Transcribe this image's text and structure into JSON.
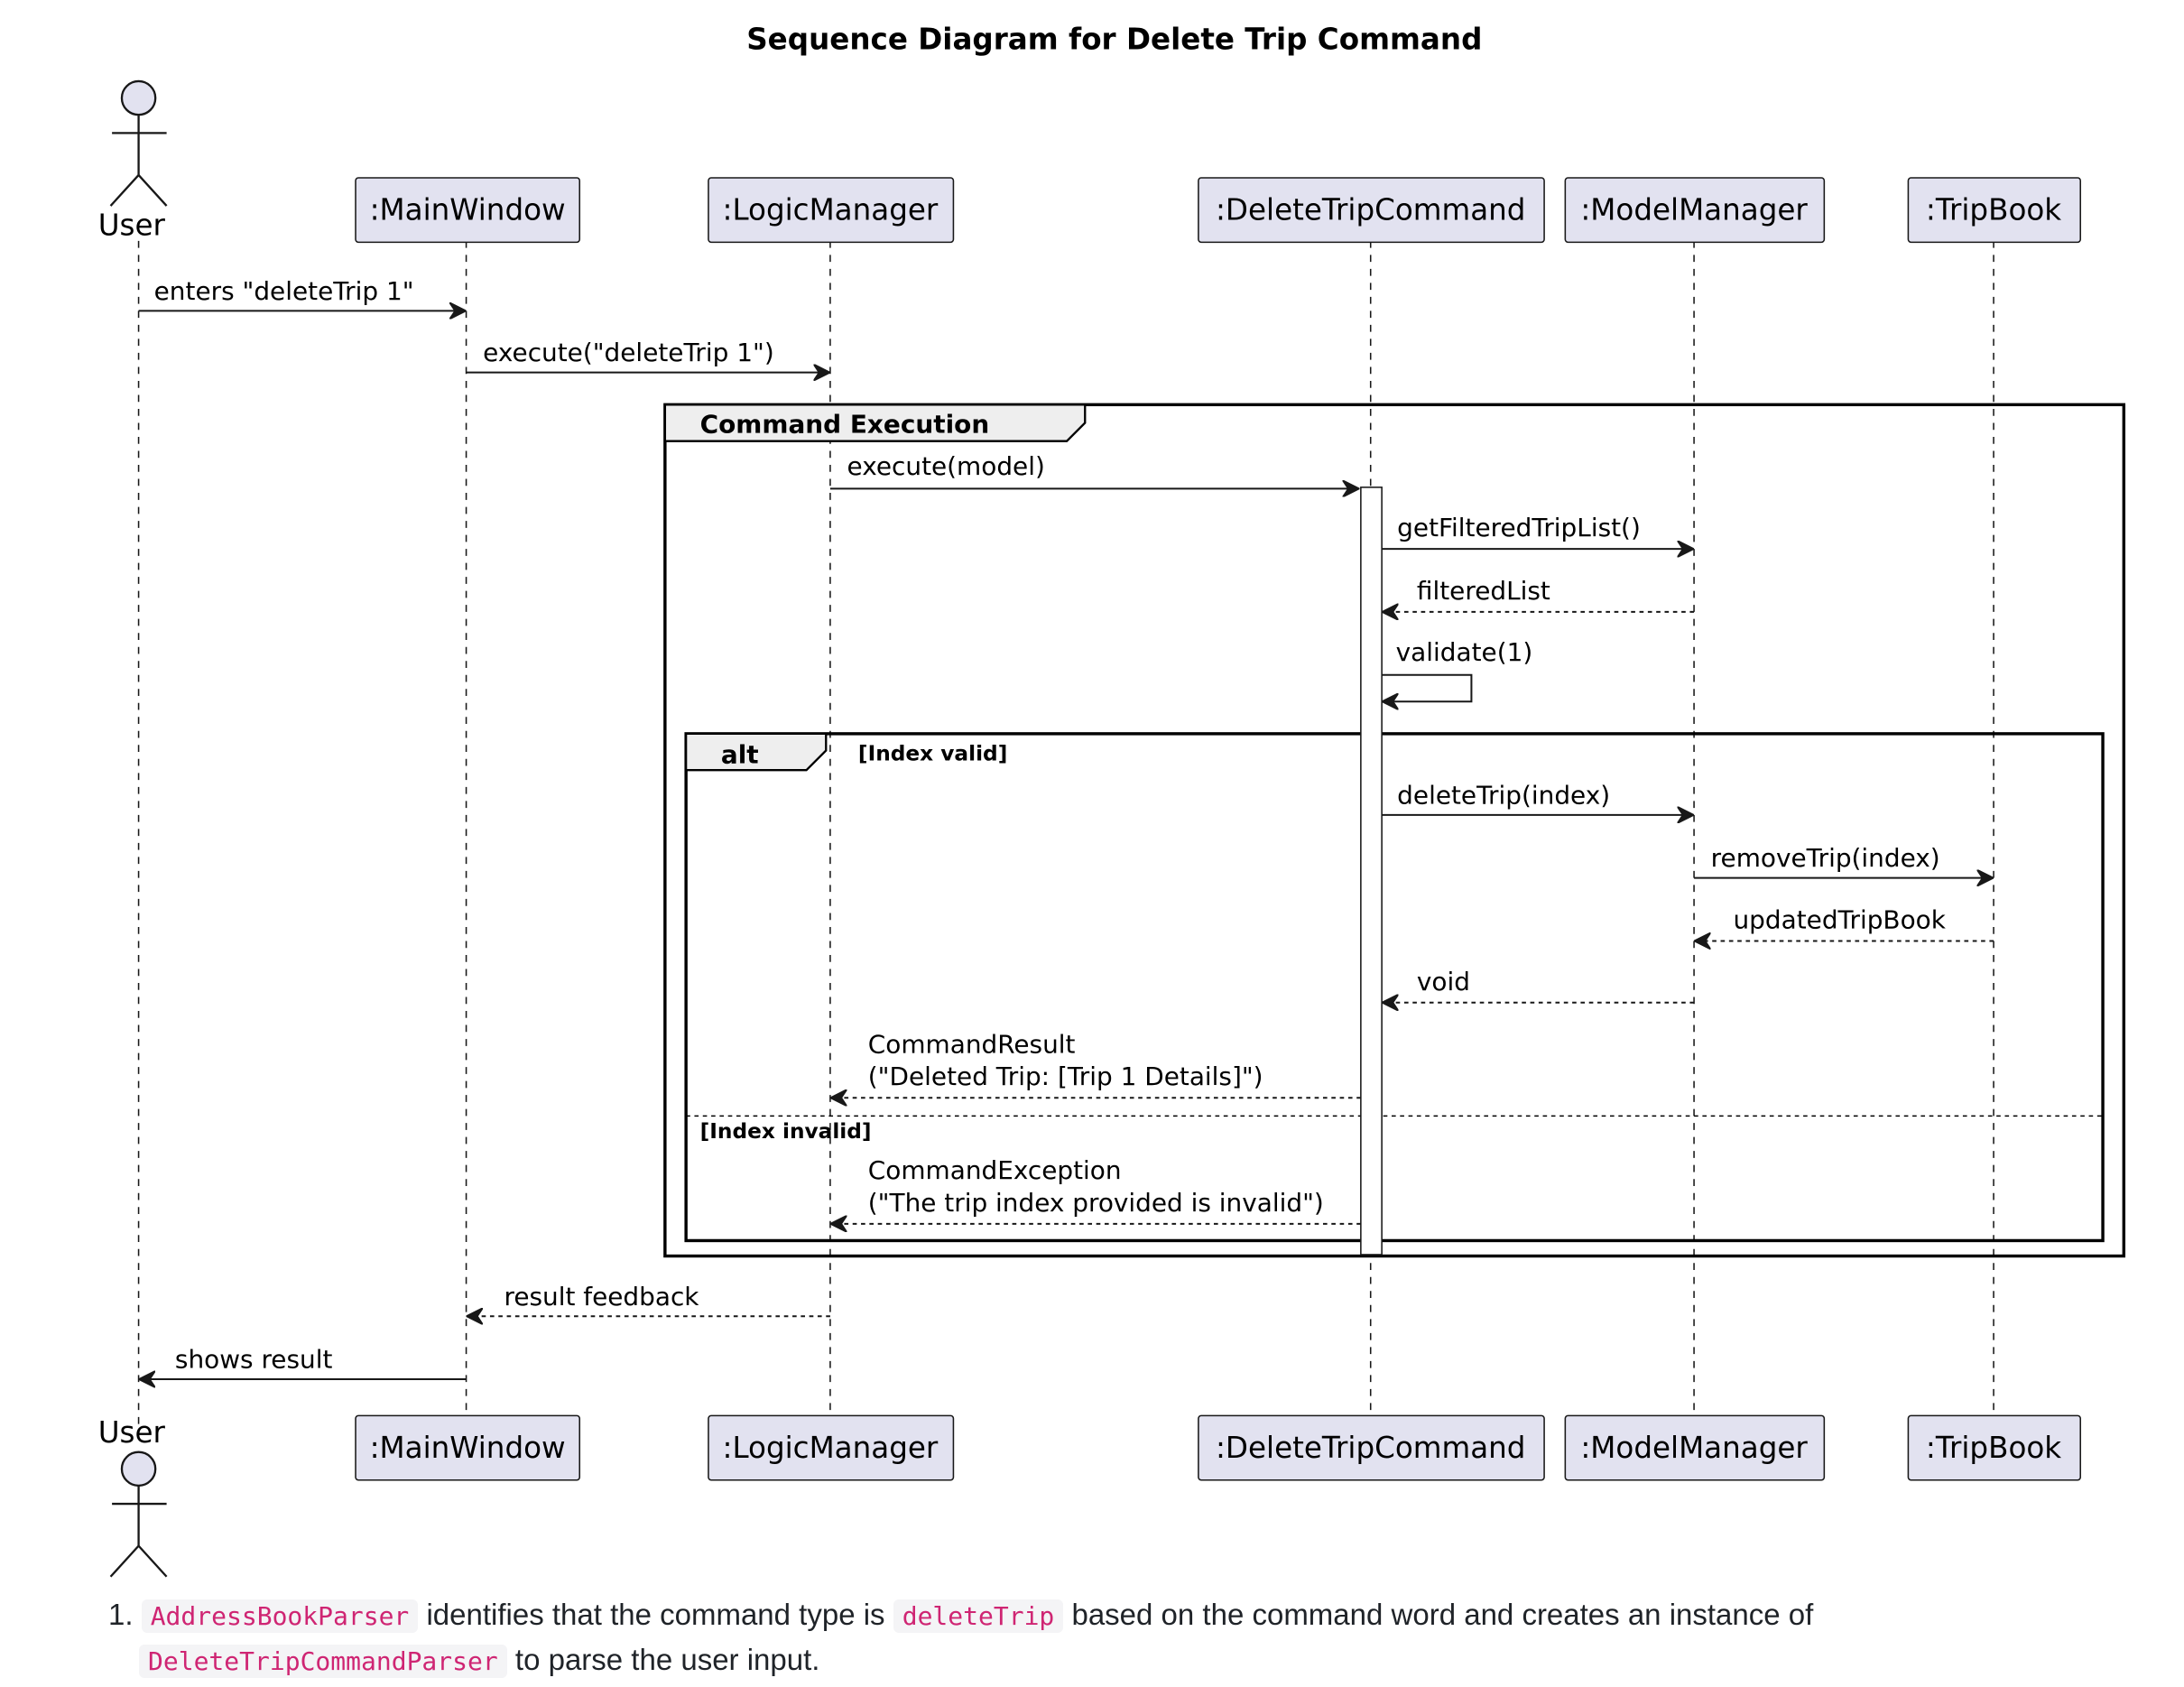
{
  "title": "Sequence Diagram for Delete Trip Command",
  "participants": {
    "user": "User",
    "main_window": ":MainWindow",
    "logic_manager": ":LogicManager",
    "delete_trip_command": ":DeleteTripCommand",
    "model_manager": ":ModelManager",
    "trip_book": ":TripBook"
  },
  "frames": {
    "command_execution": "Command Execution",
    "alt": "alt",
    "guard_valid": "[Index valid]",
    "guard_invalid": "[Index invalid]"
  },
  "messages": {
    "m1": "enters \"deleteTrip 1\"",
    "m2": "execute(\"deleteTrip 1\")",
    "m3": "execute(model)",
    "m4": "getFilteredTripList()",
    "m5": "filteredList",
    "m6": "validate(1)",
    "m7": "deleteTrip(index)",
    "m8": "removeTrip(index)",
    "m9": "updatedTripBook",
    "m10": "void",
    "m11_line1": "CommandResult",
    "m11_line2": "(\"Deleted Trip: [Trip 1 Details]\")",
    "m12_line1": "CommandException",
    "m12_line2": "(\"The trip index provided is invalid\")",
    "m13": "result feedback",
    "m14": "shows result"
  },
  "steps": [
    {
      "number": "1.",
      "code1": "AddressBookParser",
      "text1": " identifies that the command type is ",
      "code2": "deleteTrip",
      "text2": " based on the command word and creates an instance of",
      "code3": "DeleteTripCommandParser",
      "text3": " to parse the user input."
    }
  ]
}
